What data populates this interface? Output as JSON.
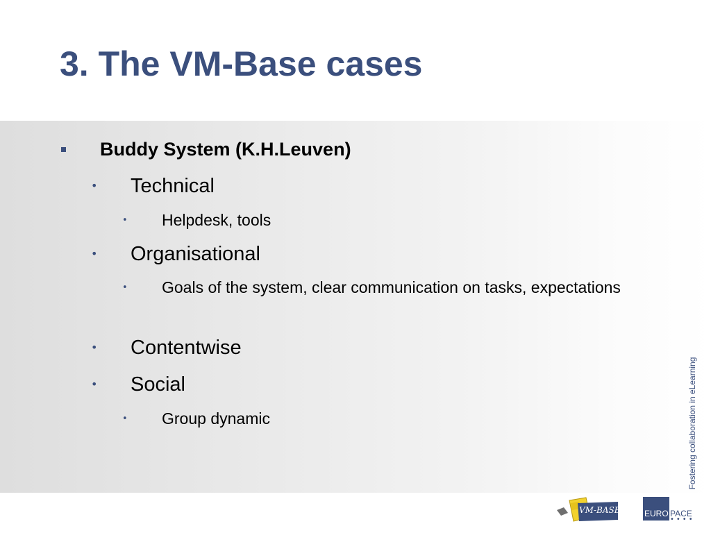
{
  "slide": {
    "title": "3. The VM-Base cases",
    "side_caption": "Fostering collaboration in eLearning"
  },
  "content": {
    "heading": "Buddy System (K.H.Leuven)",
    "items": [
      {
        "label": "Technical",
        "subitems": [
          "Helpdesk, tools"
        ]
      },
      {
        "label": "Organisational",
        "subitems": [
          "Goals of the system, clear communication on tasks, expectations"
        ]
      },
      {
        "label": "Contentwise",
        "subitems": []
      },
      {
        "label": "Social",
        "subitems": [
          "Group dynamic"
        ]
      }
    ]
  },
  "logos": {
    "vm_base": "VM-BASE",
    "europace_left": "EURO",
    "europace_right": "PACE"
  },
  "colors": {
    "title": "#3b4f7d",
    "bullet": "#3b4f7d",
    "text": "#000000",
    "panel_start": "#dedede",
    "panel_end": "#ffffff"
  }
}
